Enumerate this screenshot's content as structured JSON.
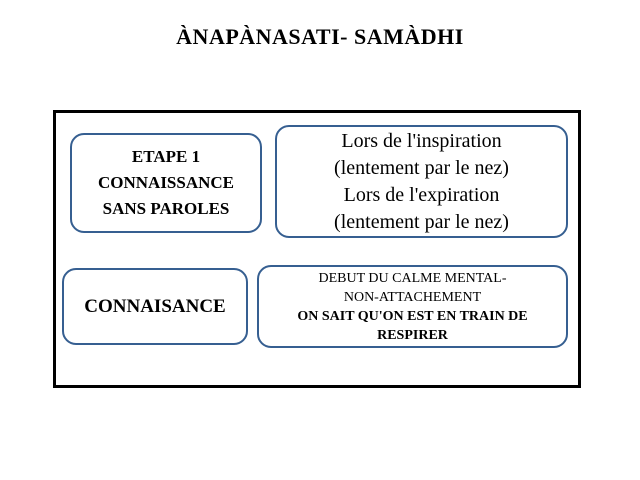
{
  "title": "ÀNAPÀNASATI- SAMÀDHI",
  "colors": {
    "background": "#FFFFFF",
    "text": "#000000",
    "outer_border": "#000000",
    "box_border": "#365F91"
  },
  "boxes": {
    "etape": {
      "lines": [
        "ETAPE 1",
        "CONNAISSANCE",
        "SANS PAROLES"
      ]
    },
    "breathing": {
      "lines": [
        "Lors de l'inspiration",
        "(lentement par le nez)",
        "Lors de l'expiration",
        "(lentement par le nez)"
      ]
    },
    "connaisance": {
      "lines": [
        "CONNAISANCE"
      ]
    },
    "calme": {
      "lines_normal": [
        "DEBUT DU CALME MENTAL-",
        "NON-ATTACHEMENT"
      ],
      "lines_bold": [
        "ON SAIT QU'ON EST EN TRAIN DE",
        "RESPIRER"
      ]
    }
  }
}
